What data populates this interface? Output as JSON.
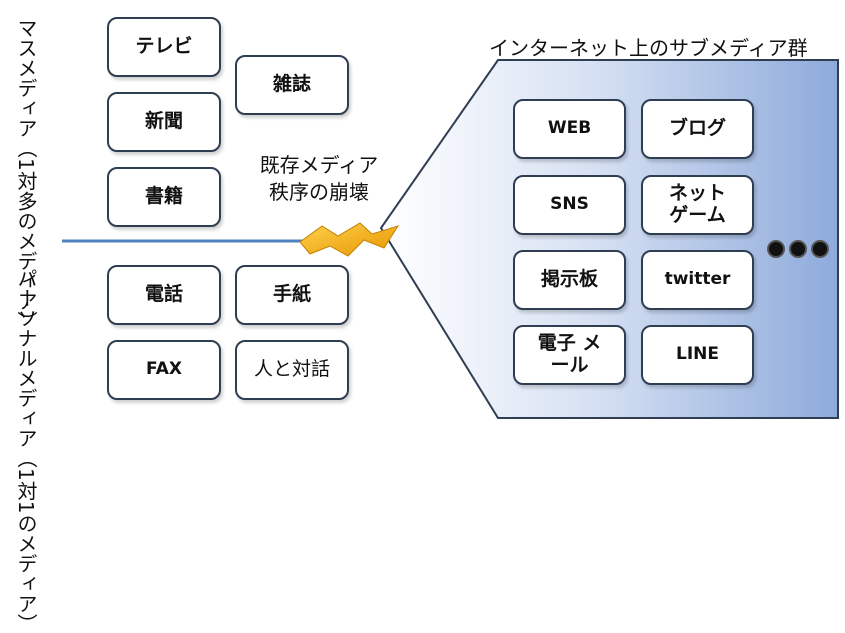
{
  "mass_media": {
    "label": "マスメディア（1対多のメディア）",
    "items": [
      "テレビ",
      "新聞",
      "書籍",
      "雑誌"
    ]
  },
  "personal_media": {
    "label": "パーソナルメディア（1対1のメディア）",
    "items": [
      "電話",
      "手紙",
      "FAX",
      "人と対話"
    ]
  },
  "collapse": {
    "line1": "既存メディア",
    "line2": "秩序の崩壊"
  },
  "internet": {
    "title": "インターネット上のサブメディア群",
    "items": [
      "WEB",
      "ブログ",
      "SNS",
      "ネット ゲーム",
      "掲示板",
      "twitter",
      "電子 メール",
      "LINE"
    ],
    "more": "●●●"
  },
  "colors": {
    "box_border": "#2f3e52",
    "divider_line": "#4f81bd",
    "lightning_fill": "#f4b400",
    "panel_gradient_start": "#ffffff",
    "panel_gradient_end": "#8eaadb"
  }
}
